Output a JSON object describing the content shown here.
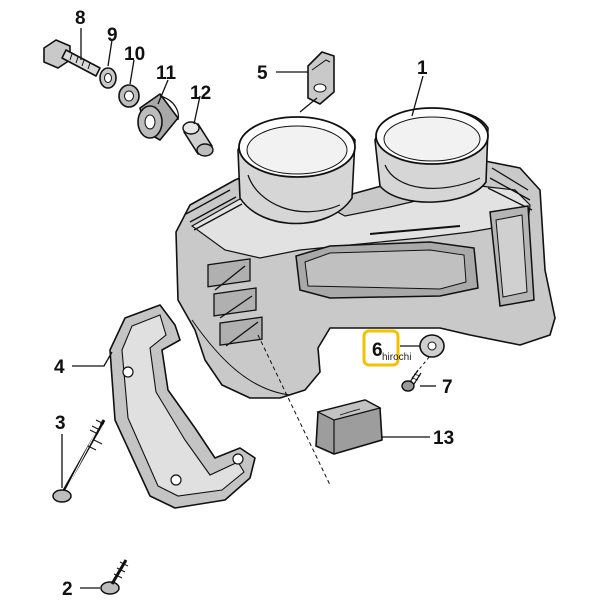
{
  "callouts": {
    "c1": "1",
    "c2": "2",
    "c3": "3",
    "c4": "4",
    "c5": "5",
    "c6": "6",
    "c7": "7",
    "c8": "8",
    "c9": "9",
    "c10": "10",
    "c11": "11",
    "c12": "12",
    "c13": "13"
  },
  "watermark": "hirochi",
  "highlight_color": "#f2c200"
}
